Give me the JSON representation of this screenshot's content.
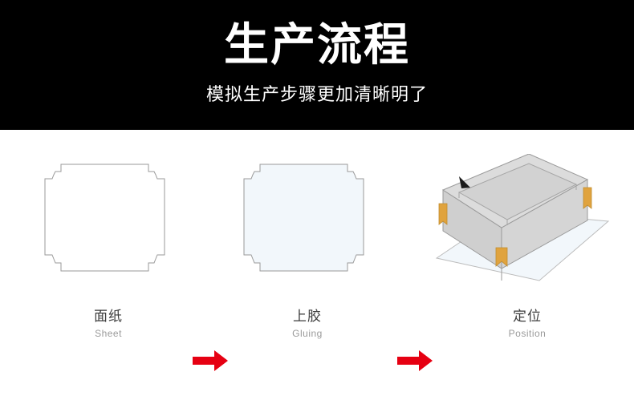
{
  "header": {
    "title": "生产流程",
    "subtitle": "模拟生产步骤更加清晰明了",
    "background_color": "#000000",
    "text_color": "#ffffff"
  },
  "colors": {
    "arrow_red": "#E60012",
    "outline_gray": "#9a9a9a",
    "sheet_fill": "#ffffff",
    "glue_fill": "#F2F7FB",
    "box_top_fill": "#D9D9D9",
    "box_side_fill": "#CFCFCF",
    "tab_orange": "#E0A33E",
    "label_cn_color": "#3b3b3b",
    "label_en_color": "#9a9a9a",
    "pointer_black": "#1a1a1a"
  },
  "steps": [
    {
      "index": 1,
      "label_cn": "面纸",
      "label_en": "Sheet",
      "figure": "die-cut-blank-sheet"
    },
    {
      "index": 2,
      "label_cn": "上胶",
      "label_en": "Gluing",
      "figure": "die-cut-glued-sheet"
    },
    {
      "index": 3,
      "label_cn": "定位",
      "label_en": "Position",
      "figure": "isometric-box-on-sheet"
    }
  ],
  "connectors": [
    {
      "index": 1,
      "label": "arrow-right"
    },
    {
      "index": 2,
      "label": "arrow-right"
    }
  ]
}
